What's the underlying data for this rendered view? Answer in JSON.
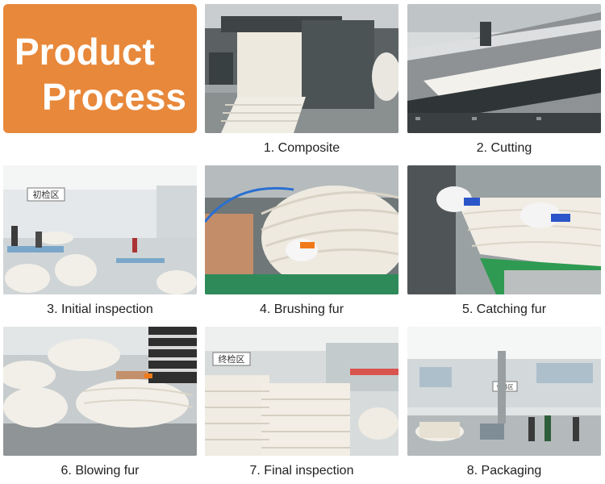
{
  "title": {
    "line1": "Product",
    "line2": "Process"
  },
  "steps": [
    {
      "label": "1. Composite"
    },
    {
      "label": "2. Cutting"
    },
    {
      "label": "3. Initial inspection"
    },
    {
      "label": "4. Brushing fur"
    },
    {
      "label": "5. Catching fur"
    },
    {
      "label": "6. Blowing fur"
    },
    {
      "label": "7. Final inspection"
    },
    {
      "label": "8. Packaging"
    }
  ],
  "sign_text": {
    "initial": "初检区",
    "final": "终检区",
    "packaging": "包装区"
  },
  "colors": {
    "title_bg": "#e8883b",
    "title_text": "#ffffff",
    "caption": "#222222"
  }
}
